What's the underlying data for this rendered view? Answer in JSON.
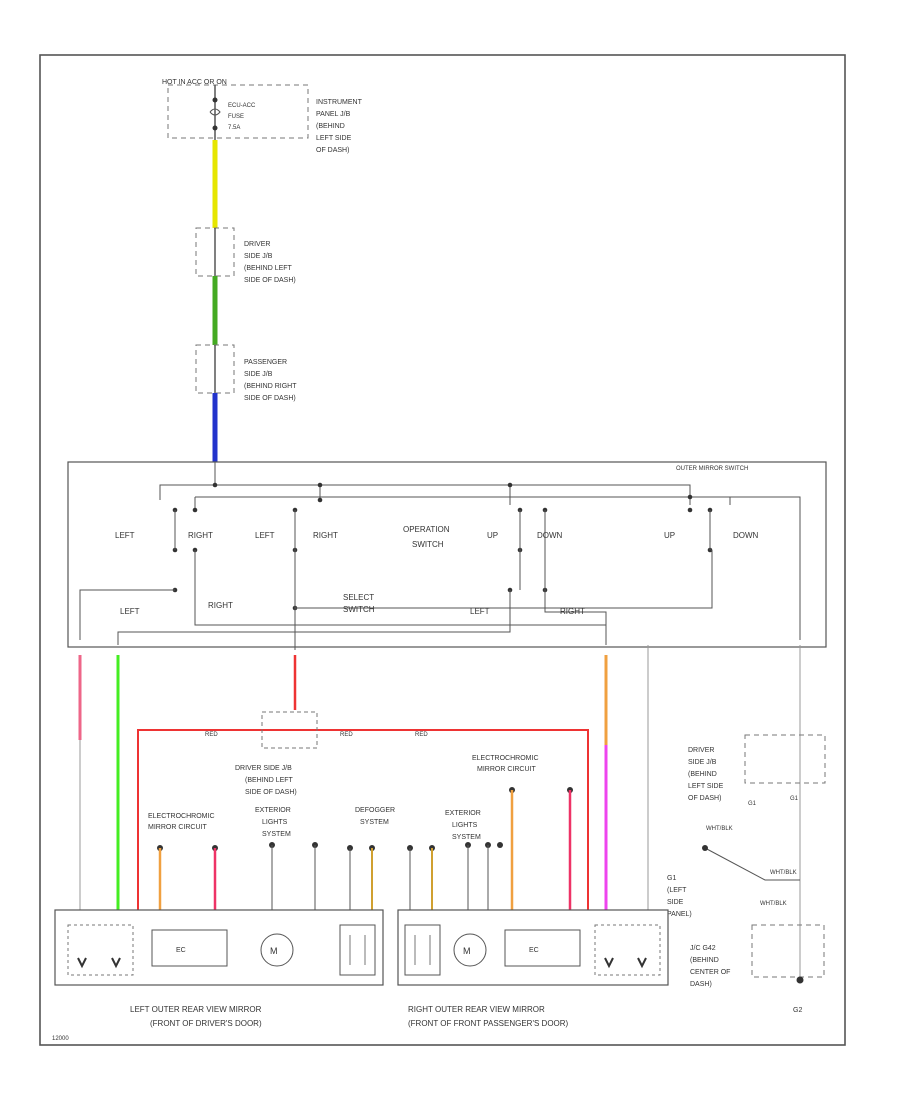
{
  "top_source": {
    "line1": "HOT IN ACC OR ON",
    "fuse_label": [
      "ECU-ACC",
      "FUSE",
      "7.5A"
    ],
    "jb_label": [
      "INSTRUMENT",
      "PANEL J/B",
      "(BEHIND",
      "LEFT SIDE",
      "OF DASH)"
    ]
  },
  "driver_jb": [
    "DRIVER",
    "SIDE J/B",
    "(BEHIND LEFT",
    "SIDE OF DASH)"
  ],
  "passenger_jb": [
    "PASSENGER",
    "SIDE J/B",
    "(BEHIND RIGHT",
    "SIDE OF DASH)"
  ],
  "switch_box": {
    "title": "OUTER MIRROR SWITCH",
    "labels": {
      "left1": "LEFT",
      "right1": "RIGHT",
      "left2": "LEFT",
      "right2": "RIGHT",
      "operation": [
        "OPERATION",
        "SWITCH"
      ],
      "up1": "UP",
      "down1": "DOWN",
      "up2": "UP",
      "down2": "DOWN",
      "select_left": "LEFT",
      "select_right": "RIGHT",
      "select": [
        "SELECT",
        "SWITCH"
      ],
      "select_left2": "LEFT",
      "select_right2": "RIGHT"
    }
  },
  "wire_labels": {
    "red1": "RED",
    "red2": "RED",
    "red3": "RED",
    "wht_blk": "WHT/BLK",
    "wht_blk2": "WHT/BLK",
    "wht_blk3": "WHT/BLK",
    "g1": "G1",
    "g2": "G1"
  },
  "middle_labels": {
    "driver_jb2": [
      "DRIVER SIDE J/B",
      "(BEHIND LEFT",
      "SIDE OF DASH)"
    ],
    "electrochromic_left": [
      "ELECTROCHROMIC",
      "MIRROR CIRCUIT"
    ],
    "exterior_left": [
      "EXTERIOR",
      "LIGHTS",
      "SYSTEM"
    ],
    "defogger": [
      "DEFOGGER",
      "SYSTEM"
    ],
    "exterior_right": [
      "EXTERIOR",
      "LIGHTS",
      "SYSTEM"
    ],
    "electrochromic_right": [
      "ELECTROCHROMIC",
      "MIRROR CIRCUIT"
    ],
    "driver_jb3": [
      "DRIVER",
      "SIDE J/B",
      "(BEHIND",
      "LEFT SIDE",
      "OF DASH)"
    ],
    "ground_left": [
      "G1",
      "(LEFT",
      "SIDE",
      "PANEL)"
    ],
    "jc_block": [
      "J/C G42",
      "(BEHIND",
      "CENTER OF",
      "DASH)"
    ],
    "g2_label": "G2"
  },
  "bottom": {
    "left_mirror": [
      "LEFT OUTER REAR VIEW MIRROR",
      "(FRONT OF DRIVER'S DOOR)"
    ],
    "right_mirror": [
      "RIGHT OUTER REAR VIEW MIRROR",
      "(FRONT OF FRONT PASSENGER'S DOOR)"
    ],
    "corner_code": "12000"
  },
  "colors": {
    "yellow": "#e6e600",
    "green": "#44aa22",
    "blue": "#2233cc",
    "red": "#ee3333",
    "pink": "#ee6688",
    "orange": "#f0a040",
    "lime": "#44ee22",
    "magenta": "#ee44ee",
    "line": "#555555"
  }
}
